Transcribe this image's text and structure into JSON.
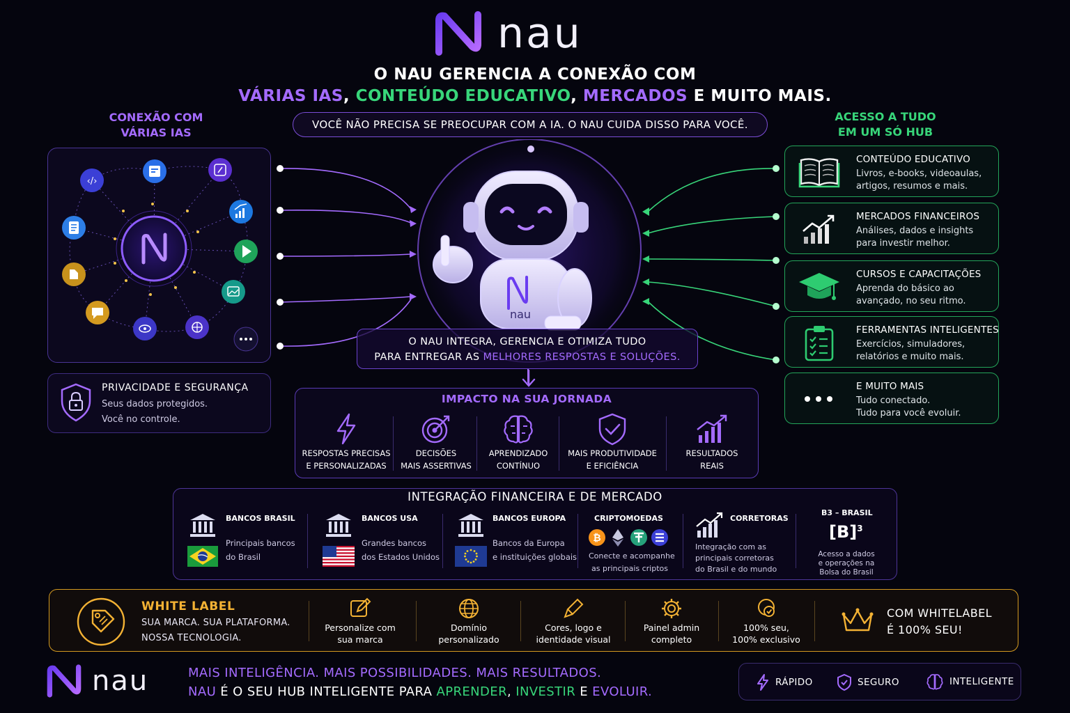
{
  "brand": {
    "name": "nau"
  },
  "header": {
    "line1": "O NAU GERENCIA A CONEXÃO COM",
    "line2_part1": "VÁRIAS IAs",
    "line2_sep1": ", ",
    "line2_part2": "CONTEÚDO EDUCATIVO",
    "line2_sep2": ", ",
    "line2_part3": "MERCADOS",
    "line2_part4": " E MUITO MAIS.",
    "subtitle": "VOCÊ NÃO PRECISA SE PREOCUPAR COM A IA. O NAU CUIDA DISSO PARA VOCÊ."
  },
  "left": {
    "title_line1": "CONEXÃO COM",
    "title_line2": "VÁRIAS IAs",
    "privacy": {
      "title": "PRIVACIDADE E SEGURANÇA",
      "line1": "Seus dados protegidos.",
      "line2": "Você no controle."
    }
  },
  "center": {
    "robot_label": "nau",
    "integra_line1": "O NAU INTEGRA, GERENCIA E OTIMIZA TUDO",
    "integra_line2a": "PARA ENTREGAR AS ",
    "integra_line2b": "MELHORES RESPOSTAS E SOLUÇÕES."
  },
  "impact": {
    "title": "IMPACTO NA SUA JORNADA",
    "items": [
      {
        "l1": "RESPOSTAS PRECISAS",
        "l2": "E PERSONALIZADAS",
        "icon": "lightning-icon"
      },
      {
        "l1": "DECISÕES",
        "l2": "MAIS ASSERTIVAS",
        "icon": "target-icon"
      },
      {
        "l1": "APRENDIZADO",
        "l2": "CONTÍNUO",
        "icon": "brain-icon"
      },
      {
        "l1": "MAIS PRODUTIVIDADE",
        "l2": "E EFICIÊNCIA",
        "icon": "shield-check-icon"
      },
      {
        "l1": "RESULTADOS",
        "l2": "REAIS",
        "icon": "growth-chart-icon"
      }
    ]
  },
  "right": {
    "title_line1": "ACESSO A TUDO",
    "title_line2": "EM UM SÓ HUB",
    "cards": [
      {
        "title": "CONTEÚDO EDUCATIVO",
        "d1": "Livros, e-books, videoaulas,",
        "d2": "artigos, resumos e mais.",
        "icon": "book-icon"
      },
      {
        "title": "MERCADOS FINANCEIROS",
        "d1": "Análises, dados e insights",
        "d2": "para investir melhor.",
        "icon": "chart-icon"
      },
      {
        "title": "CURSOS E CAPACITAÇÕES",
        "d1": "Aprenda do básico ao",
        "d2": "avançado, no seu ritmo.",
        "icon": "graduation-cap-icon"
      },
      {
        "title": "FERRAMENTAS INTELIGENTES",
        "d1": "Exercícios, simuladores,",
        "d2": "relatórios e muito mais.",
        "icon": "checklist-icon"
      },
      {
        "title": "E MUITO MAIS",
        "d1": "Tudo conectado.",
        "d2": "Tudo para você evoluir.",
        "icon": "more-dots-icon"
      }
    ]
  },
  "financial": {
    "title": "INTEGRAÇÃO FINANCEIRA E DE MERCADO",
    "items": [
      {
        "name": "BANCOS BRASIL",
        "d1": "Principais bancos",
        "d2": "do Brasil"
      },
      {
        "name": "BANCOS USA",
        "d1": "Grandes bancos",
        "d2": "dos Estados Unidos"
      },
      {
        "name": "BANCOS EUROPA",
        "d1": "Bancos da Europa",
        "d2": "e instituições globais"
      },
      {
        "name": "CRIPTOMOEDAS",
        "d1": "Conecte e acompanhe",
        "d2": "as principais criptos"
      },
      {
        "name": "CORRETORAS",
        "d1": "Integração com as",
        "d2": "principais corretoras",
        "d3": "do Brasil e do mundo"
      },
      {
        "name": "B3 – BRASIL",
        "d1": "Acesso a dados",
        "d2": "e operações na",
        "d3": "Bolsa do Brasil",
        "logo": "[B]",
        "sup": "3"
      }
    ]
  },
  "whitelabel": {
    "title": "WHITE LABEL",
    "s1": "SUA MARCA. SUA PLATAFORMA.",
    "s2": "NOSSA TECNOLOGIA.",
    "items": [
      {
        "l1": "Personalize com",
        "l2": "sua marca"
      },
      {
        "l1": "Domínio",
        "l2": "personalizado"
      },
      {
        "l1": "Cores, logo e",
        "l2": "identidade visual"
      },
      {
        "l1": "Painel admin",
        "l2": "completo"
      },
      {
        "l1": "100% seu,",
        "l2": "100% exclusivo"
      }
    ],
    "final1": "COM WHITELABEL",
    "final2": "É 100% SEU!"
  },
  "footer": {
    "tag1": "MAIS INTELIGÊNCIA. MAIS POSSIBILIDADES. MAIS RESULTADOS.",
    "tag2_a": "NAU",
    "tag2_b": " É O SEU HUB INTELIGENTE PARA ",
    "tag2_c": "APRENDER",
    "tag2_d": ", ",
    "tag2_e": "INVESTIR",
    "tag2_f": " E ",
    "tag2_g": "EVOLUIR.",
    "badges": [
      "RÁPIDO",
      "SEGURO",
      "INTELIGENTE"
    ]
  },
  "colors": {
    "purple": "#a46bff",
    "green": "#38d67a",
    "gold": "#f3b234",
    "background": "#05050e"
  }
}
